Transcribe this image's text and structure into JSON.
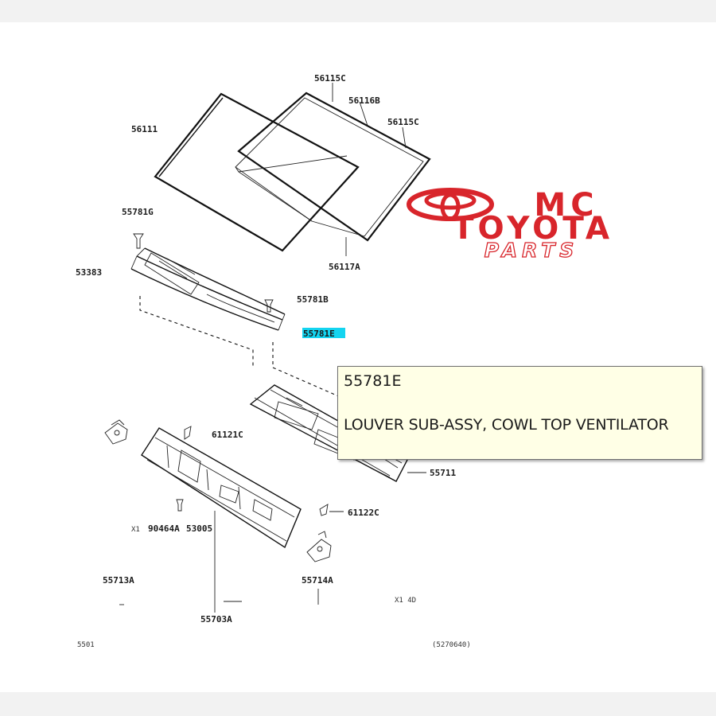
{
  "logo": {
    "line1": "MC",
    "line2": "TOYOTA",
    "line3": "PARTS",
    "color": "#d8252b"
  },
  "labels": {
    "p56115c_top": "56115C",
    "p56116b": "56116B",
    "p56115c_right": "56115C",
    "p56111": "56111",
    "p55781g": "55781G",
    "p56117a": "56117A",
    "p53383": "53383",
    "p55781b": "55781B",
    "p55781e": "55781E",
    "p61121c": "61121C",
    "p55711": "55711",
    "p61122c": "61122C",
    "p90464": "90464A",
    "p90464_prefix": "X1",
    "p53005": "53005",
    "p55713a": "55713A",
    "p55714a": "55714A",
    "p55703a": "55703A",
    "note_left": "5501",
    "note_mid": "X1 4D",
    "note_right": "(5270640)"
  },
  "highlight_color": "#14d4f0",
  "tooltip": {
    "code": "55781E",
    "description": "LOUVER SUB-ASSY, COWL TOP VENTILATOR"
  }
}
